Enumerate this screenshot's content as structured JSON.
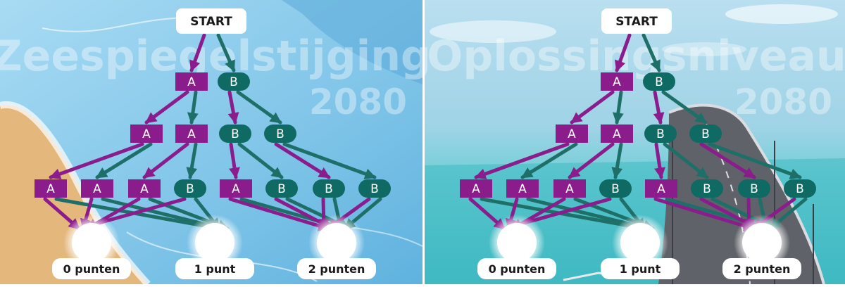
{
  "colors": {
    "a_box": "#8a1c8c",
    "b_pill": "#0f6a64",
    "a_arrow": "#8a1c8c",
    "b_arrow": "#1f6f69",
    "sea_left": "#7cc2e6",
    "sea_right": "#6cc9cf",
    "sand": "#e4b77c",
    "road": "#5f6268"
  },
  "panels": [
    {
      "id": "left",
      "title_line1": "Zeespiegelstijging",
      "title_line2": "2080",
      "start_label": "START",
      "levels": [
        [
          "A",
          "B"
        ],
        [
          "A",
          "A",
          "B",
          "B"
        ],
        [
          "A",
          "A",
          "A",
          "B",
          "A",
          "B",
          "B",
          "B"
        ]
      ],
      "outcomes": [
        "0 punten",
        "1 punt",
        "2 punten"
      ]
    },
    {
      "id": "right",
      "title_line1": "Oplossingsniveau",
      "title_line2": "2080",
      "start_label": "START",
      "levels": [
        [
          "A",
          "B"
        ],
        [
          "A",
          "A",
          "B",
          "B"
        ],
        [
          "A",
          "A",
          "A",
          "B",
          "A",
          "B",
          "B",
          "B"
        ]
      ],
      "outcomes": [
        "0 punten",
        "1 punt",
        "2 punten"
      ]
    }
  ]
}
